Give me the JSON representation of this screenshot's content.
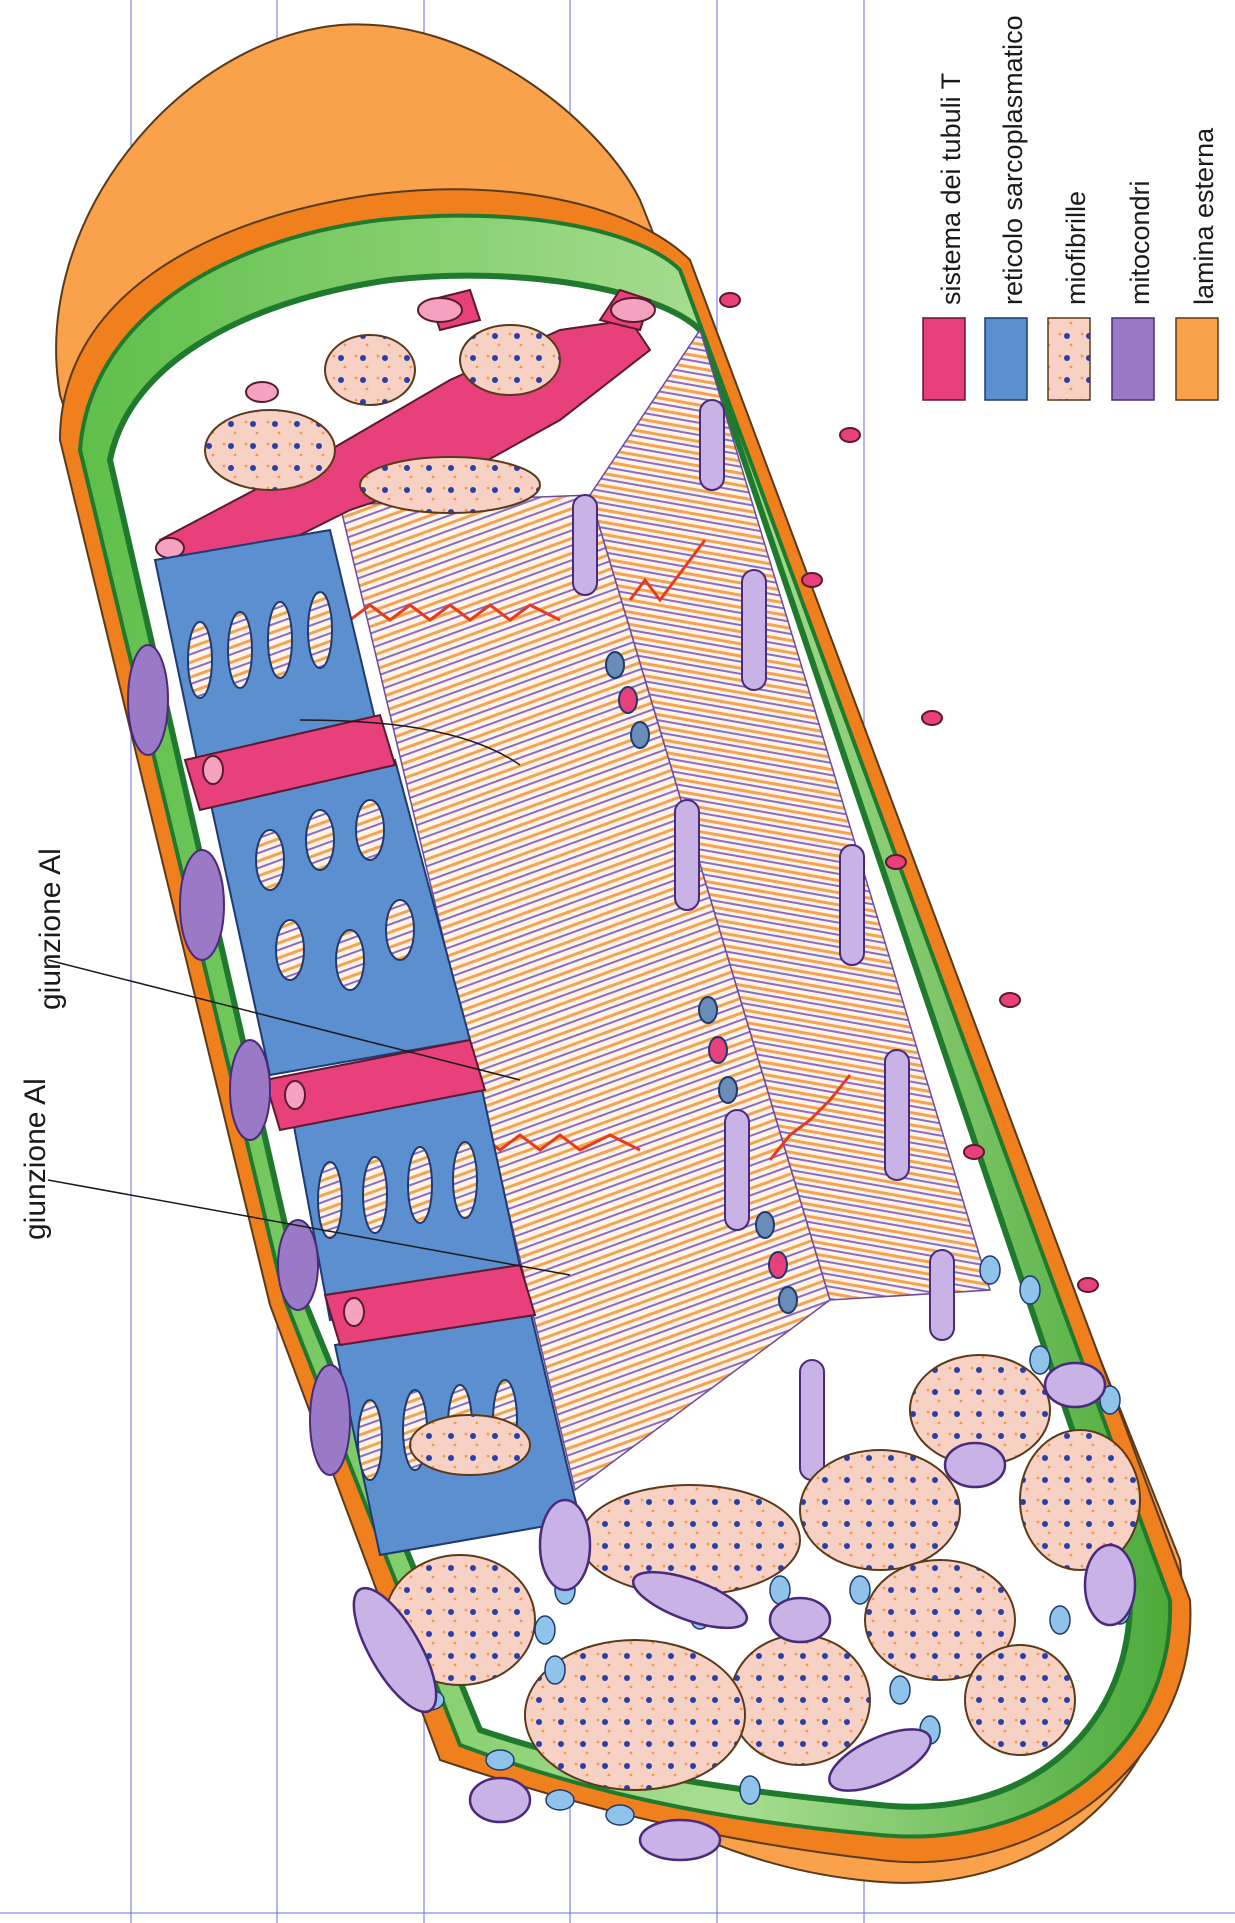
{
  "legend": {
    "items": [
      {
        "id": "t-tubules",
        "label": "sistema dei tubuli T",
        "color": "#E8407A"
      },
      {
        "id": "sr",
        "label": "reticolo sarcoplasmatico",
        "color": "#5B8FD0"
      },
      {
        "id": "myofibrils",
        "label": "miofibrille",
        "color": "#F7D2C4"
      },
      {
        "id": "mito",
        "label": "mitocondri",
        "color": "#9A79C6"
      },
      {
        "id": "lamina",
        "label": "lamina esterna",
        "color": "#F9A24B"
      }
    ]
  },
  "annotations": {
    "junction_upper": "giunzione Al",
    "junction_lower": "giunzione Al"
  },
  "colors": {
    "sarcolemma_outer": "#F07F1E",
    "sarcolemma_green": "#4DAA3A",
    "dark_green": "#1F7A2E",
    "myofibril_stripe": "#F5A34E",
    "myosin_stripe": "#8A6BC4",
    "guide_line": "#5A5ADC"
  }
}
